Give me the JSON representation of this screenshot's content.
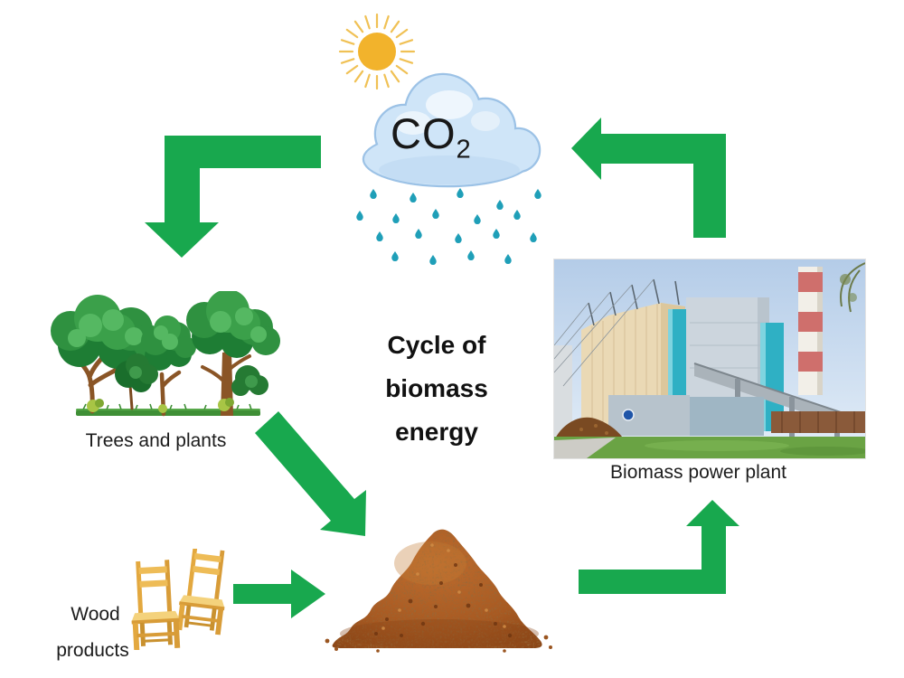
{
  "diagram": {
    "title_lines": [
      "Cycle of",
      "biomass",
      "energy"
    ],
    "co2": {
      "main": "CO",
      "sub": "2"
    },
    "labels": {
      "trees": "Trees and plants",
      "power_plant": "Biomass power plant",
      "wood_line1": "Wood",
      "wood_line2": "products"
    }
  },
  "colors": {
    "arrow_green": "#18a84e",
    "sun_gold": "#f2b32c",
    "sun_ray": "#f0c155",
    "rain_teal": "#1f9fb8",
    "cloud_fill": "#cfe5f8",
    "cloud_outline": "#9cc2e6",
    "title_text": "#111111",
    "label_text": "#1c1c1c",
    "pile_brown": "#a85a22",
    "trunk_brown": "#8a5526",
    "canopy_green": "#2f9140",
    "chair_wood": "#eebc57",
    "chimney_red": "#cf6f6c",
    "plant_teal": "#2fb0c4"
  }
}
